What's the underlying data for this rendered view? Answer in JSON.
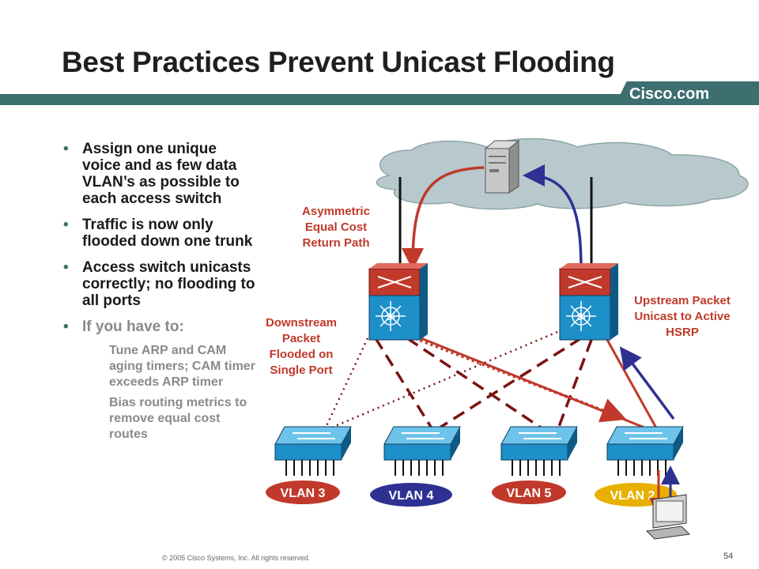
{
  "title": "Best Practices Prevent Unicast Flooding",
  "brand": "Cisco.com",
  "bullets": [
    "Assign one unique voice and as few data VLAN’s as possible to each access switch",
    "Traffic is now only flooded down one trunk",
    "Access switch unicasts correctly; no flooding to all ports",
    "If you have to:"
  ],
  "sub_bullets": [
    "Tune ARP and CAM aging timers; CAM timer exceeds ARP timer",
    "Bias routing metrics to remove equal cost routes"
  ],
  "labels": {
    "asymmetric": [
      "Asymmetric",
      "Equal Cost",
      "Return Path"
    ],
    "downstream": [
      "Downstream",
      "Packet",
      "Flooded on",
      "Single Port"
    ],
    "upstream": [
      "Upstream Packet",
      "Unicast to Active",
      "HSRP"
    ]
  },
  "vlans": [
    {
      "label": "VLAN 3",
      "color": "#c0392b"
    },
    {
      "label": "VLAN 4",
      "color": "#2e3192"
    },
    {
      "label": "VLAN 5",
      "color": "#c0392b"
    },
    {
      "label": "VLAN 2",
      "color": "#e8b000"
    }
  ],
  "distribution_switch_glyph": "Si",
  "footer": "© 2005 Cisco Systems, Inc. All rights reserved.",
  "page_number": "54",
  "colors": {
    "band": "#3d6e70",
    "cloud": "#b7c9cc",
    "red_path": "#c0392b",
    "blue_path": "#2e3192",
    "dark_red_trunk": "#7a1414",
    "switch_blue": "#1d8fc9"
  },
  "icons": [
    "server-icon",
    "router-switch-icon",
    "access-switch-icon",
    "pc-icon"
  ]
}
